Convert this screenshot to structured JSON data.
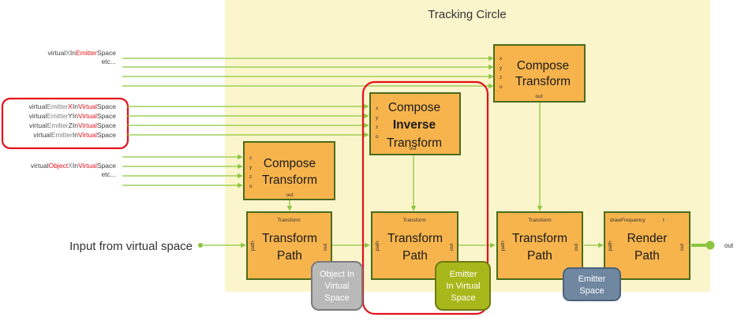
{
  "diagram": {
    "title": "Tracking Circle",
    "input_label": "Input from virtual space",
    "output_label": "out",
    "input_groups": [
      {
        "lines": [
          [
            {
              "t": "virtual",
              "c": "plain"
            },
            {
              "t": "X",
              "c": "hl"
            },
            {
              "t": "In",
              "c": "plain"
            },
            {
              "t": "Emitter",
              "c": "red"
            },
            {
              "t": "Space",
              "c": "plain"
            }
          ],
          [
            {
              "t": "etc...",
              "c": "plain"
            }
          ]
        ]
      },
      {
        "lines": [
          [
            {
              "t": "virtual",
              "c": "plain"
            },
            {
              "t": "Emitter",
              "c": "hl"
            },
            {
              "t": "X",
              "c": "red"
            },
            {
              "t": "In",
              "c": "plain"
            },
            {
              "t": "Virtual",
              "c": "red"
            },
            {
              "t": "Space",
              "c": "plain"
            }
          ],
          [
            {
              "t": "virtual",
              "c": "plain"
            },
            {
              "t": "Emitter",
              "c": "hl"
            },
            {
              "t": "Y",
              "c": "plain"
            },
            {
              "t": "In",
              "c": "plain"
            },
            {
              "t": "Virtual",
              "c": "red"
            },
            {
              "t": "Space",
              "c": "plain"
            }
          ],
          [
            {
              "t": "virtual",
              "c": "plain"
            },
            {
              "t": "Emitter",
              "c": "hl"
            },
            {
              "t": "Z",
              "c": "plain"
            },
            {
              "t": "In",
              "c": "plain"
            },
            {
              "t": "Virtual",
              "c": "red"
            },
            {
              "t": "Space",
              "c": "plain"
            }
          ],
          [
            {
              "t": "virtual",
              "c": "plain"
            },
            {
              "t": "Emitter",
              "c": "hl"
            },
            {
              "t": "In",
              "c": "plain"
            },
            {
              "t": "Virtual",
              "c": "red"
            },
            {
              "t": "Space",
              "c": "plain"
            }
          ]
        ]
      },
      {
        "lines": [
          [
            {
              "t": "virtual",
              "c": "plain"
            },
            {
              "t": "Object",
              "c": "red"
            },
            {
              "t": "X",
              "c": "hl"
            },
            {
              "t": "In",
              "c": "plain"
            },
            {
              "t": "Virtual",
              "c": "red"
            },
            {
              "t": "Space",
              "c": "plain"
            }
          ],
          [
            {
              "t": "etc...",
              "c": "plain"
            }
          ]
        ]
      }
    ],
    "xyzo_ports": [
      "x",
      "y",
      "z",
      "o"
    ],
    "compose_top": {
      "line1": "Compose",
      "line2": "Transform",
      "out": "out"
    },
    "compose_inverse": {
      "line1": "Compose",
      "line2": "Inverse",
      "line3": "Transform",
      "out": "out"
    },
    "compose_left": {
      "line1": "Compose",
      "line2": "Transform",
      "out": "out"
    },
    "tp1": {
      "top": "Transform",
      "line1": "Transform",
      "line2": "Path",
      "path": "path",
      "out": "out"
    },
    "tp2": {
      "top": "Transform",
      "line1": "Transform",
      "line2": "Path",
      "path": "path",
      "out": "out"
    },
    "tp3": {
      "top": "Transform",
      "line1": "Transform",
      "line2": "Path",
      "path": "path",
      "out": "out"
    },
    "render": {
      "top_left": "drawFrequency",
      "top_right": "t",
      "line1": "Render",
      "line2": "Path",
      "path": "path",
      "out": "out"
    },
    "badge_object": {
      "line1": "Object In",
      "line2": "Virtual",
      "line3": "Space"
    },
    "badge_emitter_virtual": {
      "line1": "Emitter",
      "line2": "In Virtual",
      "line3": "Space"
    },
    "badge_emitter": {
      "line1": "Emitter",
      "line2": "Space"
    },
    "colors": {
      "panel": "#fbf5cc",
      "node": "#f7b44d",
      "node_border": "#4a6b1c",
      "wire": "#8cc63f",
      "highlight": "#e3101b",
      "badge_grey": "#b9b9b9",
      "badge_olive": "#a8b81a",
      "badge_slate": "#6f87a1"
    }
  }
}
